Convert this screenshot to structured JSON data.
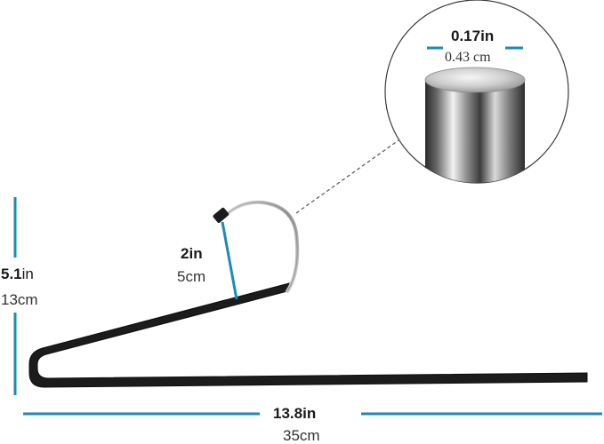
{
  "colors": {
    "accent": "#1b8bb5",
    "hanger": "#1c1c1c",
    "hook_metal": "#b8b8b8",
    "circle_border": "#3a3a3a"
  },
  "dimensions": {
    "height": {
      "value": "5.1",
      "unit": "in",
      "metric": "13cm"
    },
    "hook_depth": {
      "value": "2",
      "unit": "in",
      "metric": "5cm"
    },
    "length": {
      "value": "13.8",
      "unit": "in",
      "metric": "35cm"
    },
    "diameter": {
      "value": "0.17",
      "unit": "in",
      "metric": "0.43 cm"
    }
  },
  "icons": {
    "product": "pants-hanger-icon",
    "detail": "rod-closeup-icon"
  }
}
